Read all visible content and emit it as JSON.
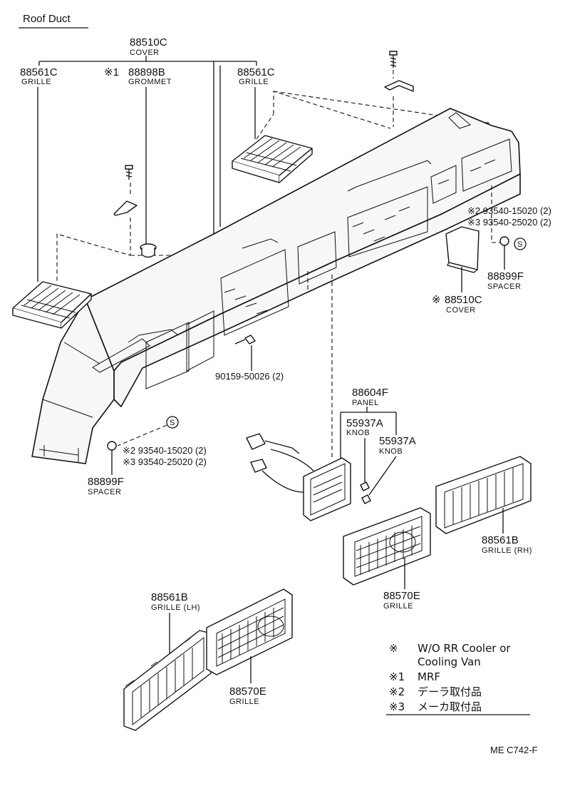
{
  "title": "Roof Duct",
  "parts": {
    "cover_top": {
      "number": "88510C",
      "name": "COVER"
    },
    "grille_left": {
      "number": "88561C",
      "name": "GRILLE"
    },
    "grommet": {
      "mark": "※1",
      "number": "88898B",
      "name": "GROMMET"
    },
    "grille_right": {
      "number": "88561C",
      "name": "GRILLE"
    },
    "screw_right": {
      "line1": "※2  93540-15020 (2)",
      "line2": "※3  93540-25020 (2)"
    },
    "spacer_right": {
      "number": "88899F",
      "name": "SPACER"
    },
    "cover_right": {
      "mark": "※",
      "number": "88510C",
      "name": "COVER"
    },
    "screw_center": {
      "text": "90159-50026 (2)"
    },
    "panel": {
      "number": "88604F",
      "name": "PANEL"
    },
    "knob1": {
      "number": "55937A",
      "name": "KNOB"
    },
    "knob2": {
      "number": "55937A",
      "name": "KNOB"
    },
    "screw_left": {
      "line1": "※2  93540-15020 (2)",
      "line2": "※3  93540-25020 (2)"
    },
    "spacer_left": {
      "number": "88899F",
      "name": "SPACER"
    },
    "grille_rh": {
      "number": "88561B",
      "name": "GRILLE (RH)"
    },
    "grille_570_right": {
      "number": "88570E",
      "name": "GRILLE"
    },
    "grille_lh": {
      "number": "88561B",
      "name": "GRILLE (LH)"
    },
    "grille_570_left": {
      "number": "88570E",
      "name": "GRILLE"
    }
  },
  "symbols": {
    "s_circle": "S"
  },
  "legend": [
    {
      "mark": "※",
      "text": "W/O RR Cooler or"
    },
    {
      "mark": "",
      "text": "Cooling Van"
    },
    {
      "mark": "※1",
      "text": "MRF"
    },
    {
      "mark": "※2",
      "text": "デーラ取付品"
    },
    {
      "mark": "※3",
      "text": "メーカ取付品"
    }
  ],
  "figure_code": "ME  C742-F"
}
